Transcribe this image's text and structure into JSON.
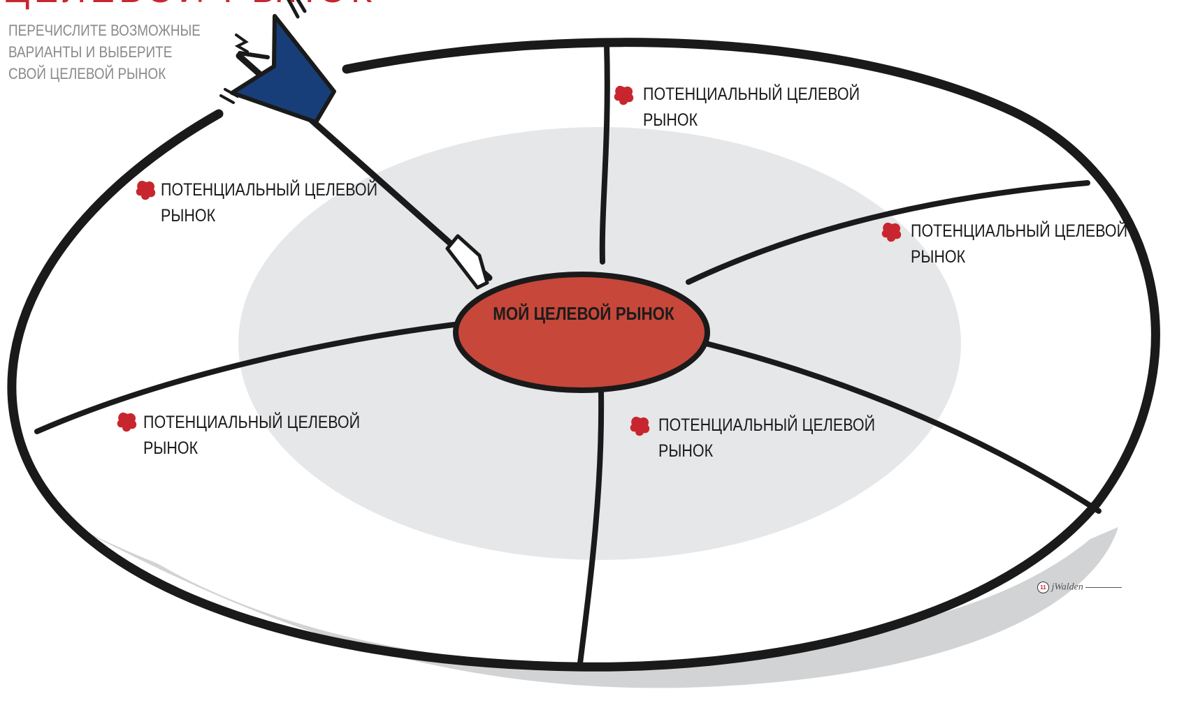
{
  "title_partial": "ЦЕЛЕВОЙ РЫНОК",
  "instructions": {
    "line1": "ПЕРЕЧИСЛИТЕ ВОЗМОЖНЫЕ",
    "line2": "ВАРИАНТЫ И ВЫБЕРИТЕ",
    "line3": "СВОЙ ЦЕЛЕВОЙ РЫНОК"
  },
  "center": {
    "label": "МОЙ ЦЕЛЕВОЙ РЫНОК"
  },
  "segments": [
    {
      "line1": "ПОТЕНЦИАЛЬНЫЙ ЦЕЛЕВОЙ",
      "line2": "РЫНОК"
    },
    {
      "line1": "ПОТЕНЦИАЛЬНЫЙ ЦЕЛЕВОЙ",
      "line2": "РЫНОК"
    },
    {
      "line1": "ПОТЕНЦИАЛЬНЫЙ ЦЕЛЕВОЙ",
      "line2": "РЫНОК"
    },
    {
      "line1": "ПОТЕНЦИАЛЬНЫЙ ЦЕЛЕВОЙ",
      "line2": "РЫНОК"
    },
    {
      "line1": "ПОТЕНЦИАЛЬНЫЙ ЦЕЛЕВОЙ",
      "line2": "РЫНОК"
    }
  ],
  "signature": {
    "badge": "11",
    "text": "jWalden"
  },
  "colors": {
    "bullseye_red": "#c7473a",
    "inner_ring_gray": "#e6e7e9",
    "shadow_gray": "#d2d3d5",
    "outline": "#1a1a1a",
    "dart_blue": "#173e78",
    "bullet_red": "#c8262f",
    "instruction_gray": "#8a8a8a"
  },
  "icons": {
    "bullet": "red-ink-blot-icon",
    "dart": "dart-arrow-icon"
  }
}
